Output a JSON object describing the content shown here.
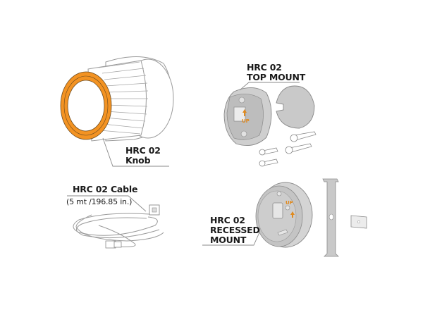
{
  "colors": {
    "accent_orange": "#f39323",
    "line": "#8a8a8a",
    "part_gray": "#c9c9c9",
    "part_gray_dark": "#a8a8a8",
    "text": "#1a1a1a",
    "up_marker": "#e08a1e"
  },
  "parts": {
    "knob": {
      "title": "HRC 02",
      "subtitle": "Knob"
    },
    "top_mount": {
      "title": "HRC 02",
      "subtitle": "TOP MOUNT",
      "up_marker": "UP"
    },
    "cable": {
      "title": "HRC 02 Cable",
      "length": "(5 mt /196.85 in.)"
    },
    "recessed_mount": {
      "title": "HRC 02",
      "subtitle_1": "RECESSED",
      "subtitle_2": "MOUNT",
      "up_marker": "UP"
    }
  }
}
